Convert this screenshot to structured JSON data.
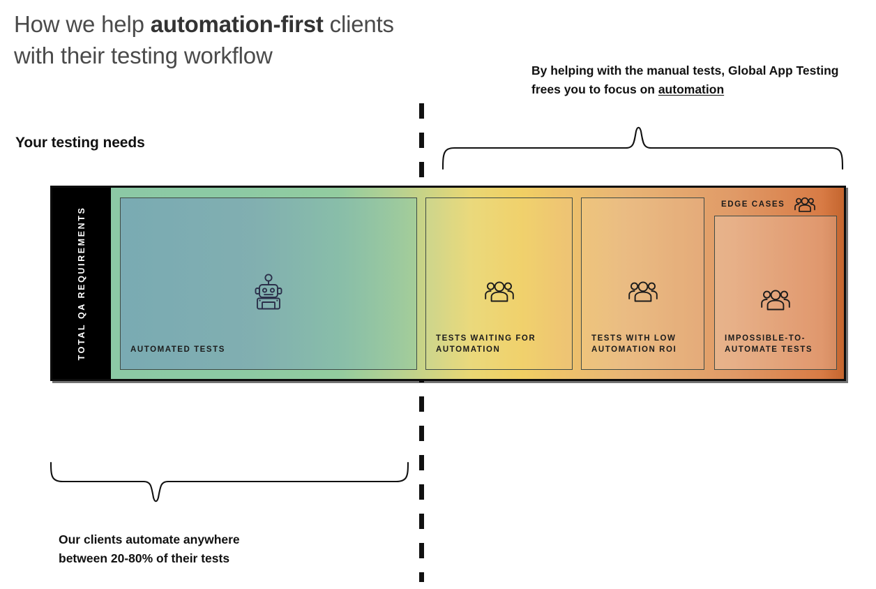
{
  "headline": {
    "line1_pre": "How we help ",
    "line1_strong": "automation-first",
    "line1_post": " clients",
    "line2": "with their testing workflow"
  },
  "top_caption": {
    "text_pre": "By helping with the manual tests, Global App Testing frees you to focus on ",
    "link_text": "automation"
  },
  "needs_label": "Your testing needs",
  "bottom_caption": {
    "line1": "Our clients automate anywhere",
    "line2": "between 20-80% of their tests"
  },
  "bar": {
    "left_block_label": "TOTAL QA\nREQUIREMENTS",
    "edge_cases_label": "EDGE CASES",
    "edge_cases_icon": "people-group-icon",
    "panels": [
      {
        "label": "AUTOMATED TESTS",
        "icon": "robot-icon",
        "color": "#78a8b4"
      },
      {
        "label": "TESTS WAITING FOR\nAUTOMATION",
        "icon": "people-group-icon",
        "color": "#8cc9a5"
      },
      {
        "label": "TESTS WITH LOW\nAUTOMATION ROI",
        "icon": "people-group-icon",
        "color": "#eccd6a"
      },
      {
        "label": "IMPOSSIBLE-TO-\nAUTOMATE TESTS",
        "icon": "people-group-icon",
        "color": "#df9a66"
      }
    ]
  },
  "colors": {
    "gradient_start": "#8cc9a5",
    "gradient_mid": "#f0cf63",
    "gradient_end": "#c4652e",
    "frame": "#000000",
    "text": "#111111",
    "headline": "#4a4a4a"
  },
  "chart_data": {
    "type": "bar",
    "title": "How we help automation-first clients with their testing workflow",
    "categories": [
      "AUTOMATED TESTS",
      "TESTS WAITING FOR AUTOMATION",
      "TESTS WITH LOW AUTOMATION ROI",
      "IMPOSSIBLE-TO-AUTOMATE TESTS"
    ],
    "values": [
      40,
      20,
      17,
      18
    ],
    "xlabel": "TOTAL QA REQUIREMENTS",
    "ylabel": "",
    "annotations": [
      "Your testing needs",
      "Our clients automate anywhere between 20-80% of their tests",
      "By helping with the manual tests, Global App Testing frees you to focus on automation"
    ]
  }
}
